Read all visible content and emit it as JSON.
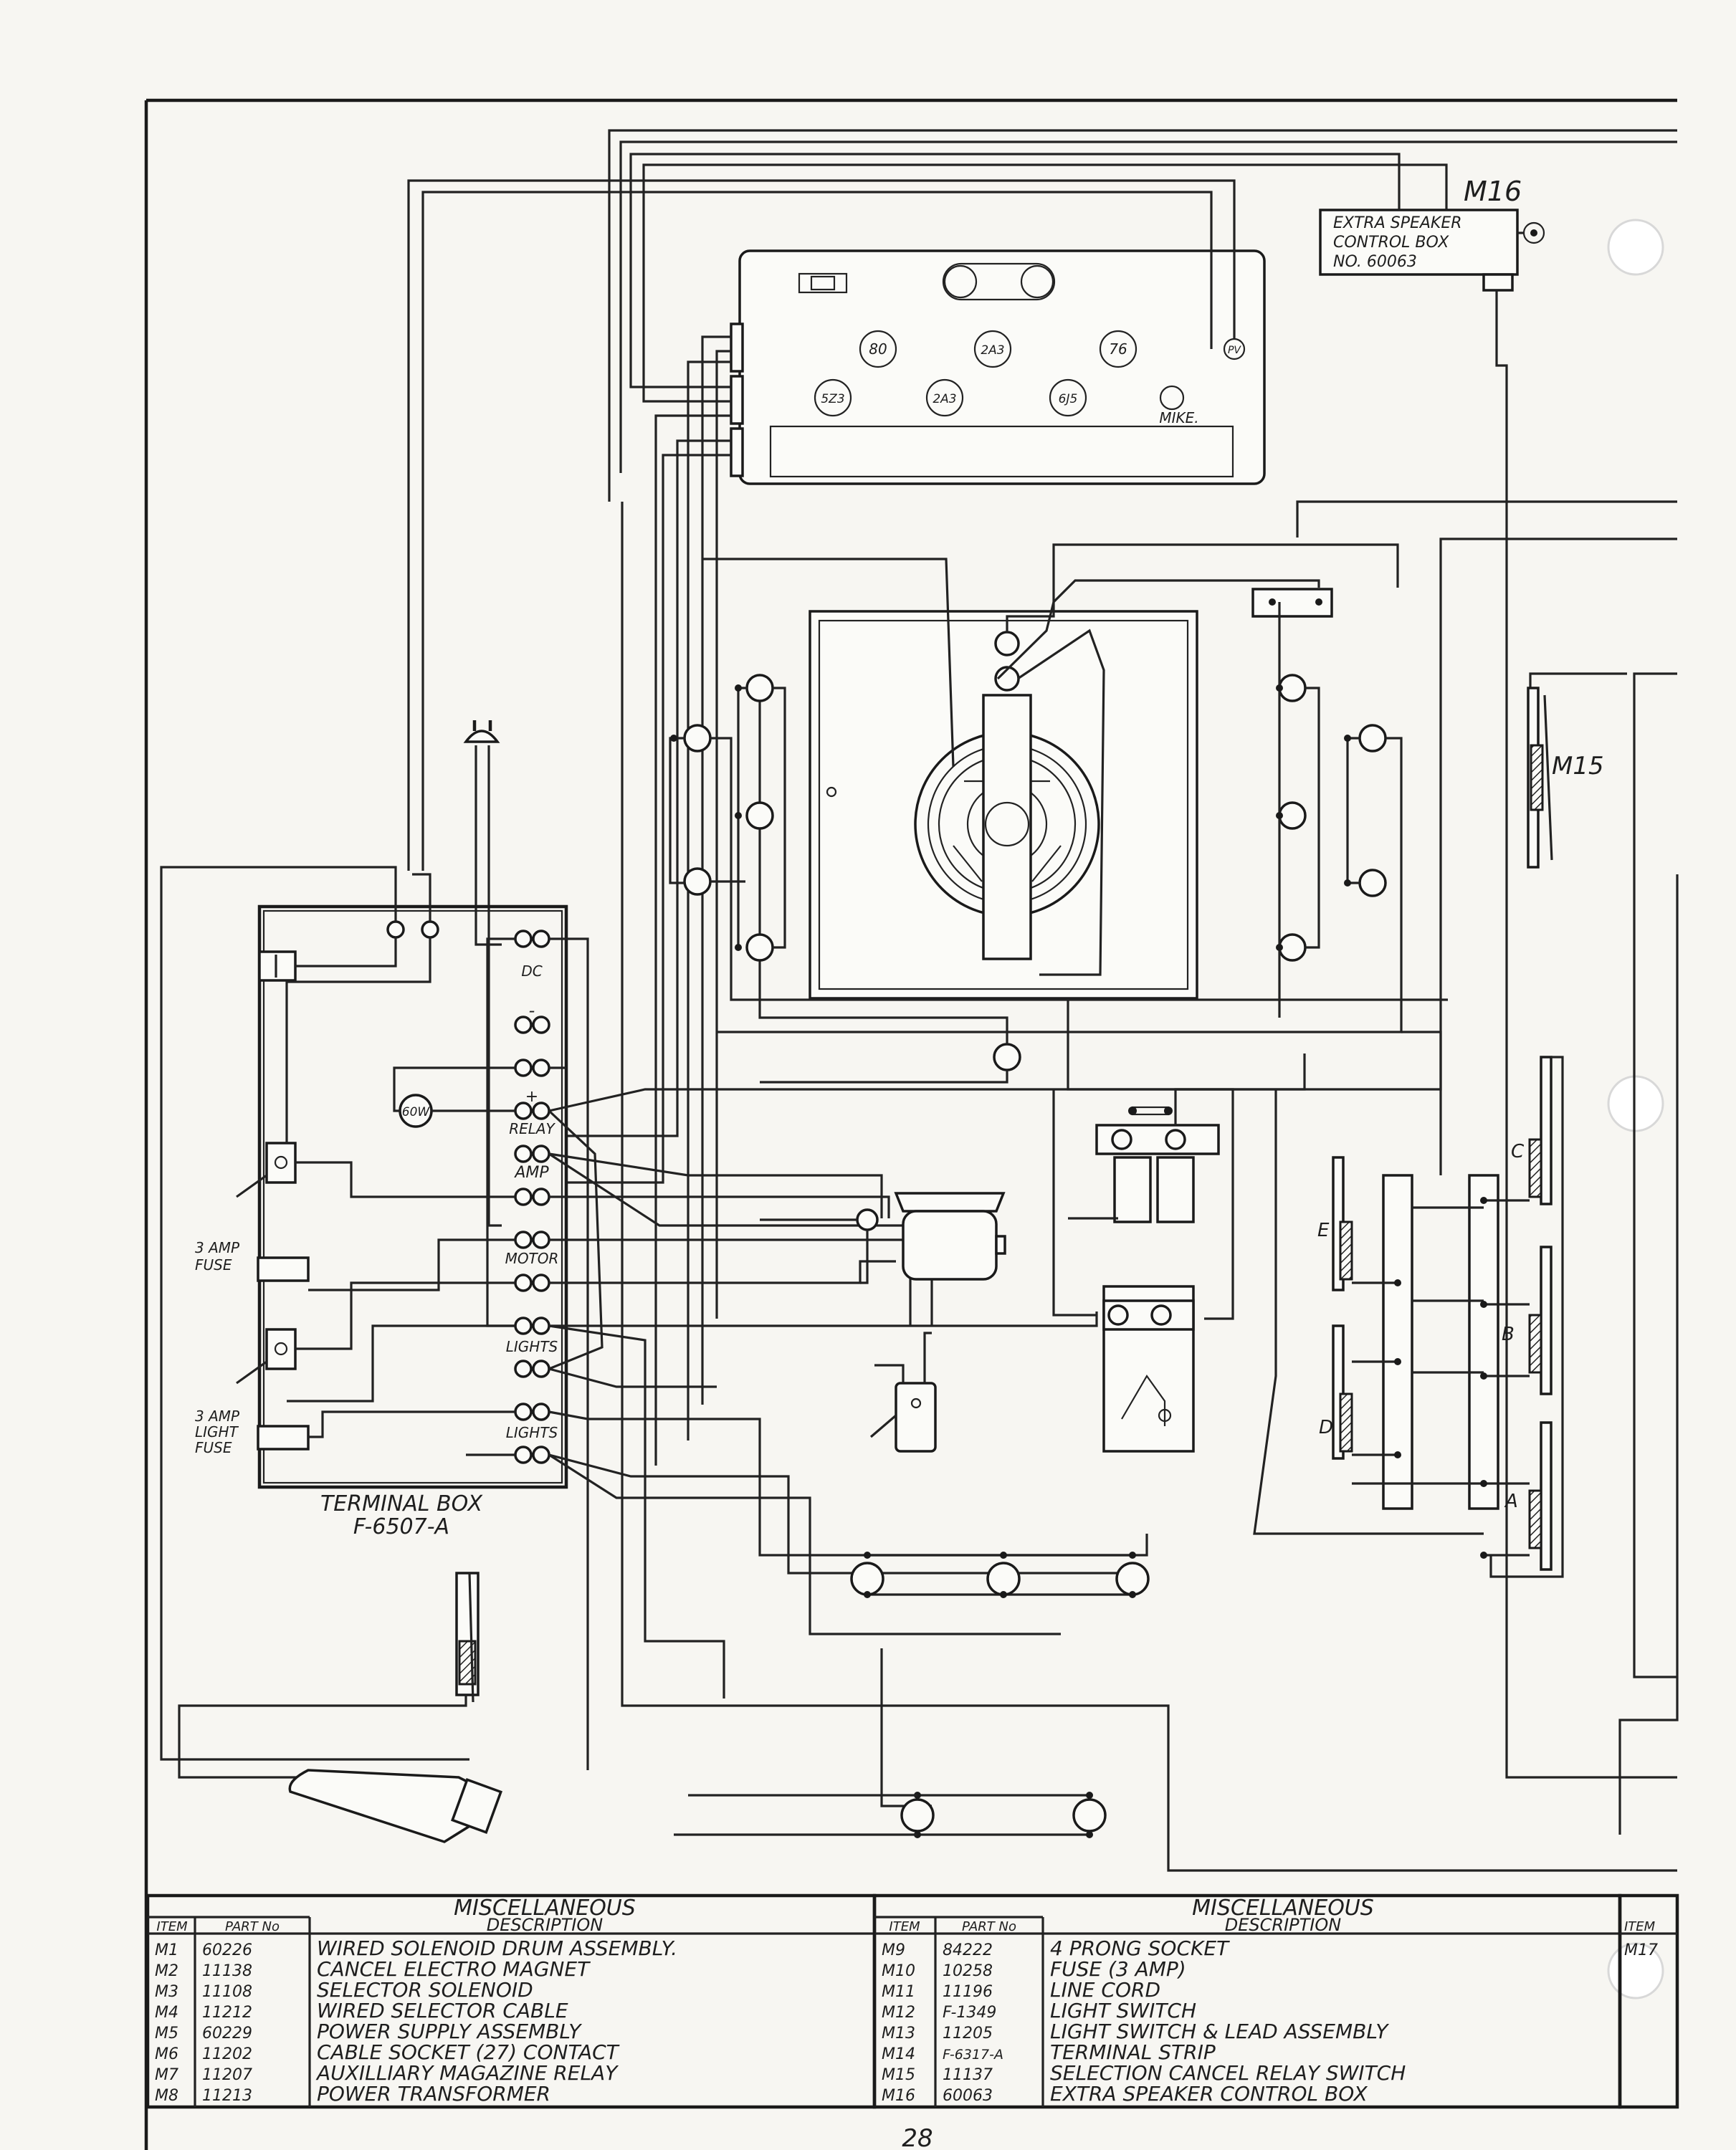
{
  "labels": {
    "m16": "M16",
    "m15": "M15",
    "speaker_box": [
      "EXTRA SPEAKER",
      "CONTROL BOX",
      "NO. 60063"
    ],
    "tubes": [
      "80",
      "2A3",
      "76",
      "5Z3",
      "2A3",
      "6J5",
      "PV"
    ],
    "mike": "MIKE.",
    "terminal_marks": [
      "DC",
      "-",
      "+",
      "RELAY",
      "AMP",
      "MOTOR",
      "LIGHTS",
      "LIGHTS"
    ],
    "lamp_60w": "60W",
    "fuse_amp": [
      "3 AMP",
      "FUSE"
    ],
    "fuse_light": [
      "3 AMP",
      "LIGHT",
      "FUSE"
    ],
    "terminal_box": [
      "TERMINAL BOX",
      "F-6507-A"
    ],
    "magazine_letters": [
      "C",
      "E",
      "B",
      "D",
      "A"
    ],
    "page_number": "28"
  },
  "table_left": {
    "title": "MISCELLANEOUS",
    "headers": [
      "ITEM",
      "PART No",
      "DESCRIPTION"
    ],
    "rows": [
      [
        "M1",
        "60226",
        "WIRED SOLENOID DRUM ASSEMBLY."
      ],
      [
        "M2",
        "11138",
        "CANCEL ELECTRO MAGNET"
      ],
      [
        "M3",
        "11108",
        "SELECTOR SOLENOID"
      ],
      [
        "M4",
        "11212",
        "WIRED SELECTOR CABLE"
      ],
      [
        "M5",
        "60229",
        "POWER SUPPLY ASSEMBLY"
      ],
      [
        "M6",
        "11202",
        "CABLE SOCKET (27) CONTACT"
      ],
      [
        "M7",
        "11207",
        "AUXILLIARY MAGAZINE RELAY"
      ],
      [
        "M8",
        "11213",
        "POWER TRANSFORMER"
      ]
    ]
  },
  "table_right": {
    "title": "MISCELLANEOUS",
    "headers": [
      "ITEM",
      "PART No",
      "DESCRIPTION"
    ],
    "rows": [
      [
        "M9",
        "84222",
        "4 PRONG SOCKET"
      ],
      [
        "M10",
        "10258",
        "FUSE (3 AMP)"
      ],
      [
        "M11",
        "11196",
        "LINE CORD"
      ],
      [
        "M12",
        "F-1349",
        "LIGHT SWITCH"
      ],
      [
        "M13",
        "11205",
        "LIGHT SWITCH & LEAD ASSEMBLY"
      ],
      [
        "M14",
        "F-6317-A",
        "TERMINAL STRIP"
      ],
      [
        "M15",
        "11137",
        "SELECTION CANCEL RELAY SWITCH"
      ],
      [
        "M16",
        "60063",
        "EXTRA SPEAKER CONTROL BOX"
      ]
    ]
  },
  "table_partial": {
    "headers": [
      "ITEM"
    ],
    "rows": [
      [
        "M17"
      ]
    ]
  }
}
